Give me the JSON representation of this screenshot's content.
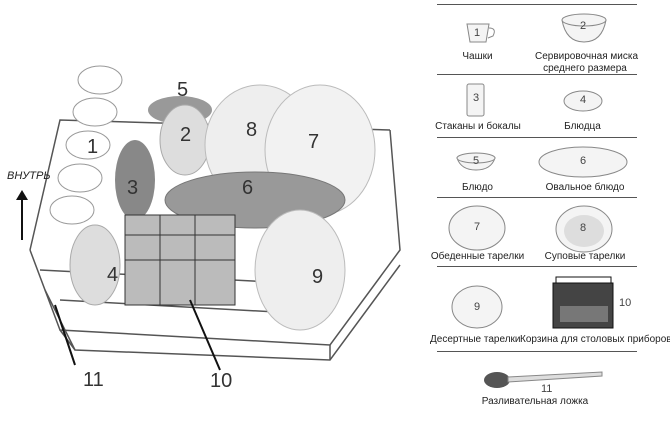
{
  "diagram": {
    "inside_label": "ВНУТРЬ",
    "callouts": [
      "1",
      "2",
      "3",
      "4",
      "5",
      "6",
      "7",
      "8",
      "9",
      "10",
      "11"
    ]
  },
  "legend": [
    {
      "num": "1",
      "label": "Чашки"
    },
    {
      "num": "2",
      "label": "Сервировочная миска",
      "label2": "среднего размера"
    },
    {
      "num": "3",
      "label": "Стаканы и бокалы"
    },
    {
      "num": "4",
      "label": "Блюдца"
    },
    {
      "num": "5",
      "label": "Блюдо"
    },
    {
      "num": "6",
      "label": "Овальное блюдо"
    },
    {
      "num": "7",
      "label": "Обеденные тарелки"
    },
    {
      "num": "8",
      "label": "Суповые тарелки"
    },
    {
      "num": "9",
      "label": "Десертные тарелки"
    },
    {
      "num": "10",
      "label": "Корзина для столовых приборов"
    },
    {
      "num": "11",
      "label": "Разливательная ложка"
    }
  ]
}
